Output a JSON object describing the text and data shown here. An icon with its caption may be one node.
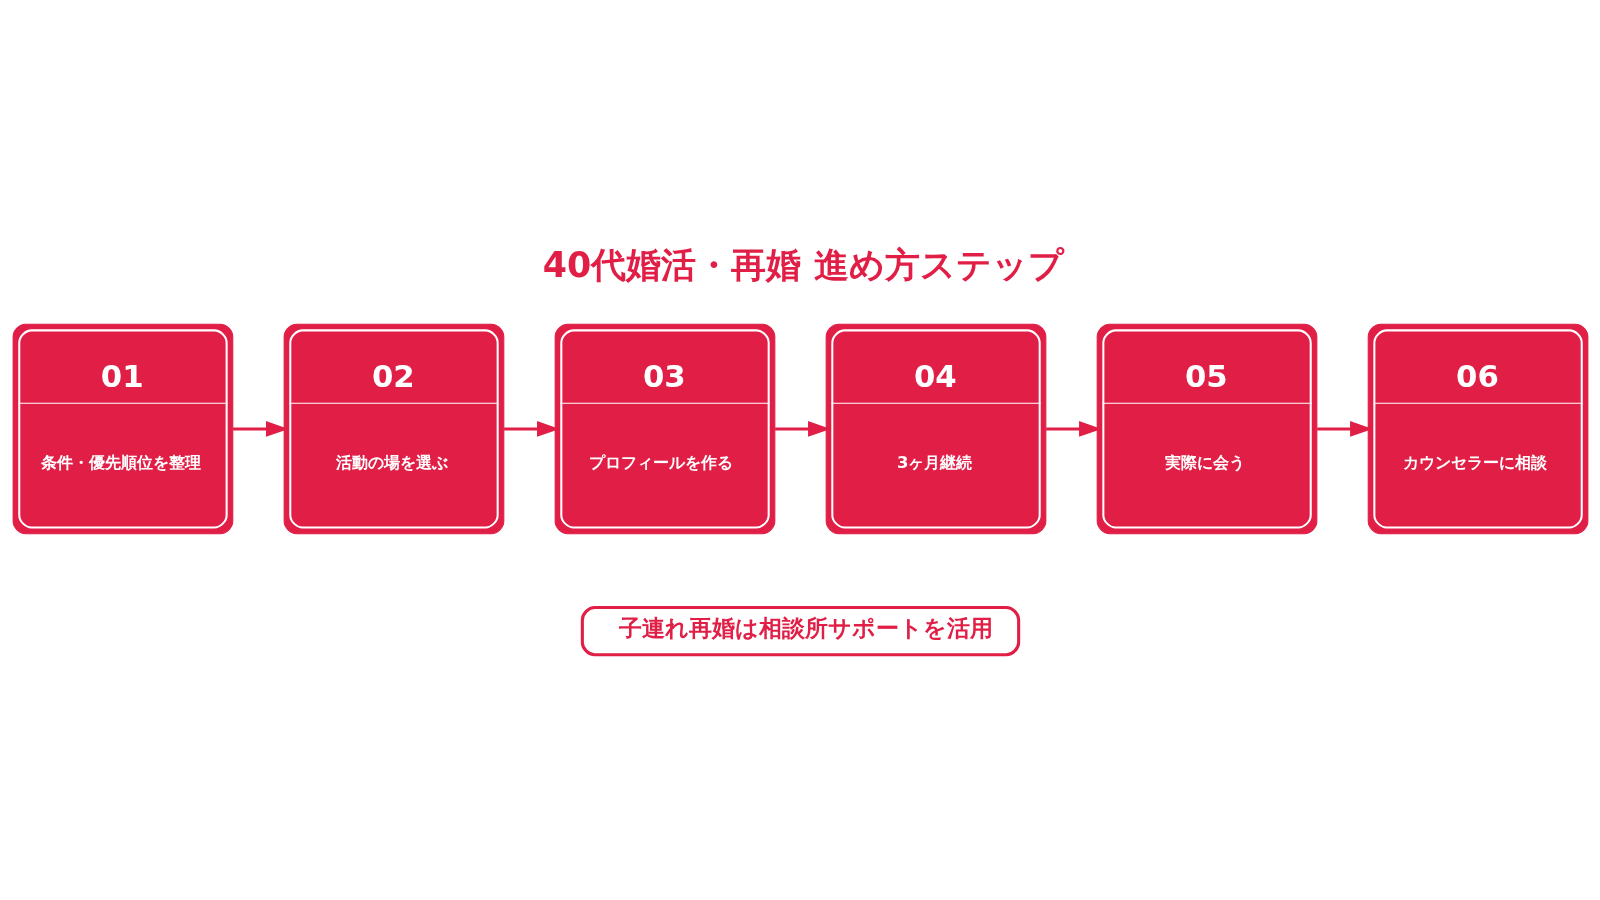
{
  "diagram": {
    "title": "40代婚活・再婚 進め方ステップ",
    "nodes": [
      {
        "text": [
          "01",
          "条件・優先順位を整理"
        ]
      },
      {
        "text": [
          "02",
          "活動の場を選ぶ"
        ]
      },
      {
        "text": [
          "03",
          "プロフィールを作る"
        ]
      },
      {
        "text": [
          "04",
          "3ヶ月継続"
        ]
      },
      {
        "text": [
          "05",
          "実際に会う"
        ]
      },
      {
        "text": [
          "06",
          "カウンセラーに相談"
        ]
      },
      {
        "text": [
          "子連れ再婚は相談所サポートを活用"
        ]
      }
    ],
    "edges": [
      {
        "from": 0,
        "to": 1,
        "arrow": "to"
      },
      {
        "from": 1,
        "to": 2,
        "arrow": "to"
      },
      {
        "from": 2,
        "to": 3,
        "arrow": "to"
      },
      {
        "from": 3,
        "to": 4,
        "arrow": "to"
      },
      {
        "from": 4,
        "to": 5,
        "arrow": "to"
      }
    ]
  }
}
